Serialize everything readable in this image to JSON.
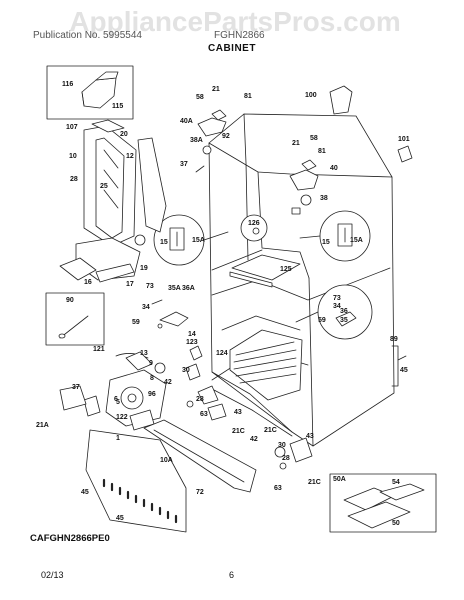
{
  "watermark": "AppliancePartsPros.com",
  "header": {
    "left": "Publication No. 5995544",
    "right": "FGHN2866",
    "section_title": "CABINET"
  },
  "model_code": "CAFGHN2866PE0",
  "footer": {
    "date": "02/13",
    "page": "6"
  },
  "part_labels": [
    "116",
    "115",
    "58",
    "21",
    "81",
    "100",
    "107",
    "20",
    "40A",
    "92",
    "101",
    "10",
    "12",
    "38A",
    "21",
    "58",
    "81",
    "28",
    "25",
    "37",
    "40",
    "38",
    "126",
    "15A",
    "15",
    "15A",
    "15",
    "17",
    "125",
    "19",
    "16",
    "73",
    "35A",
    "36A",
    "34",
    "73",
    "34",
    "36",
    "90",
    "59",
    "14",
    "59",
    "35",
    "89",
    "123",
    "121",
    "13",
    "124",
    "9",
    "30",
    "8",
    "42",
    "45",
    "37",
    "96",
    "21A",
    "5",
    "28",
    "122",
    "63",
    "43",
    "6",
    "1",
    "21C",
    "21C",
    "42",
    "30",
    "43",
    "28",
    "10A",
    "63",
    "21C",
    "45",
    "72",
    "50A",
    "54",
    "45",
    "50"
  ]
}
